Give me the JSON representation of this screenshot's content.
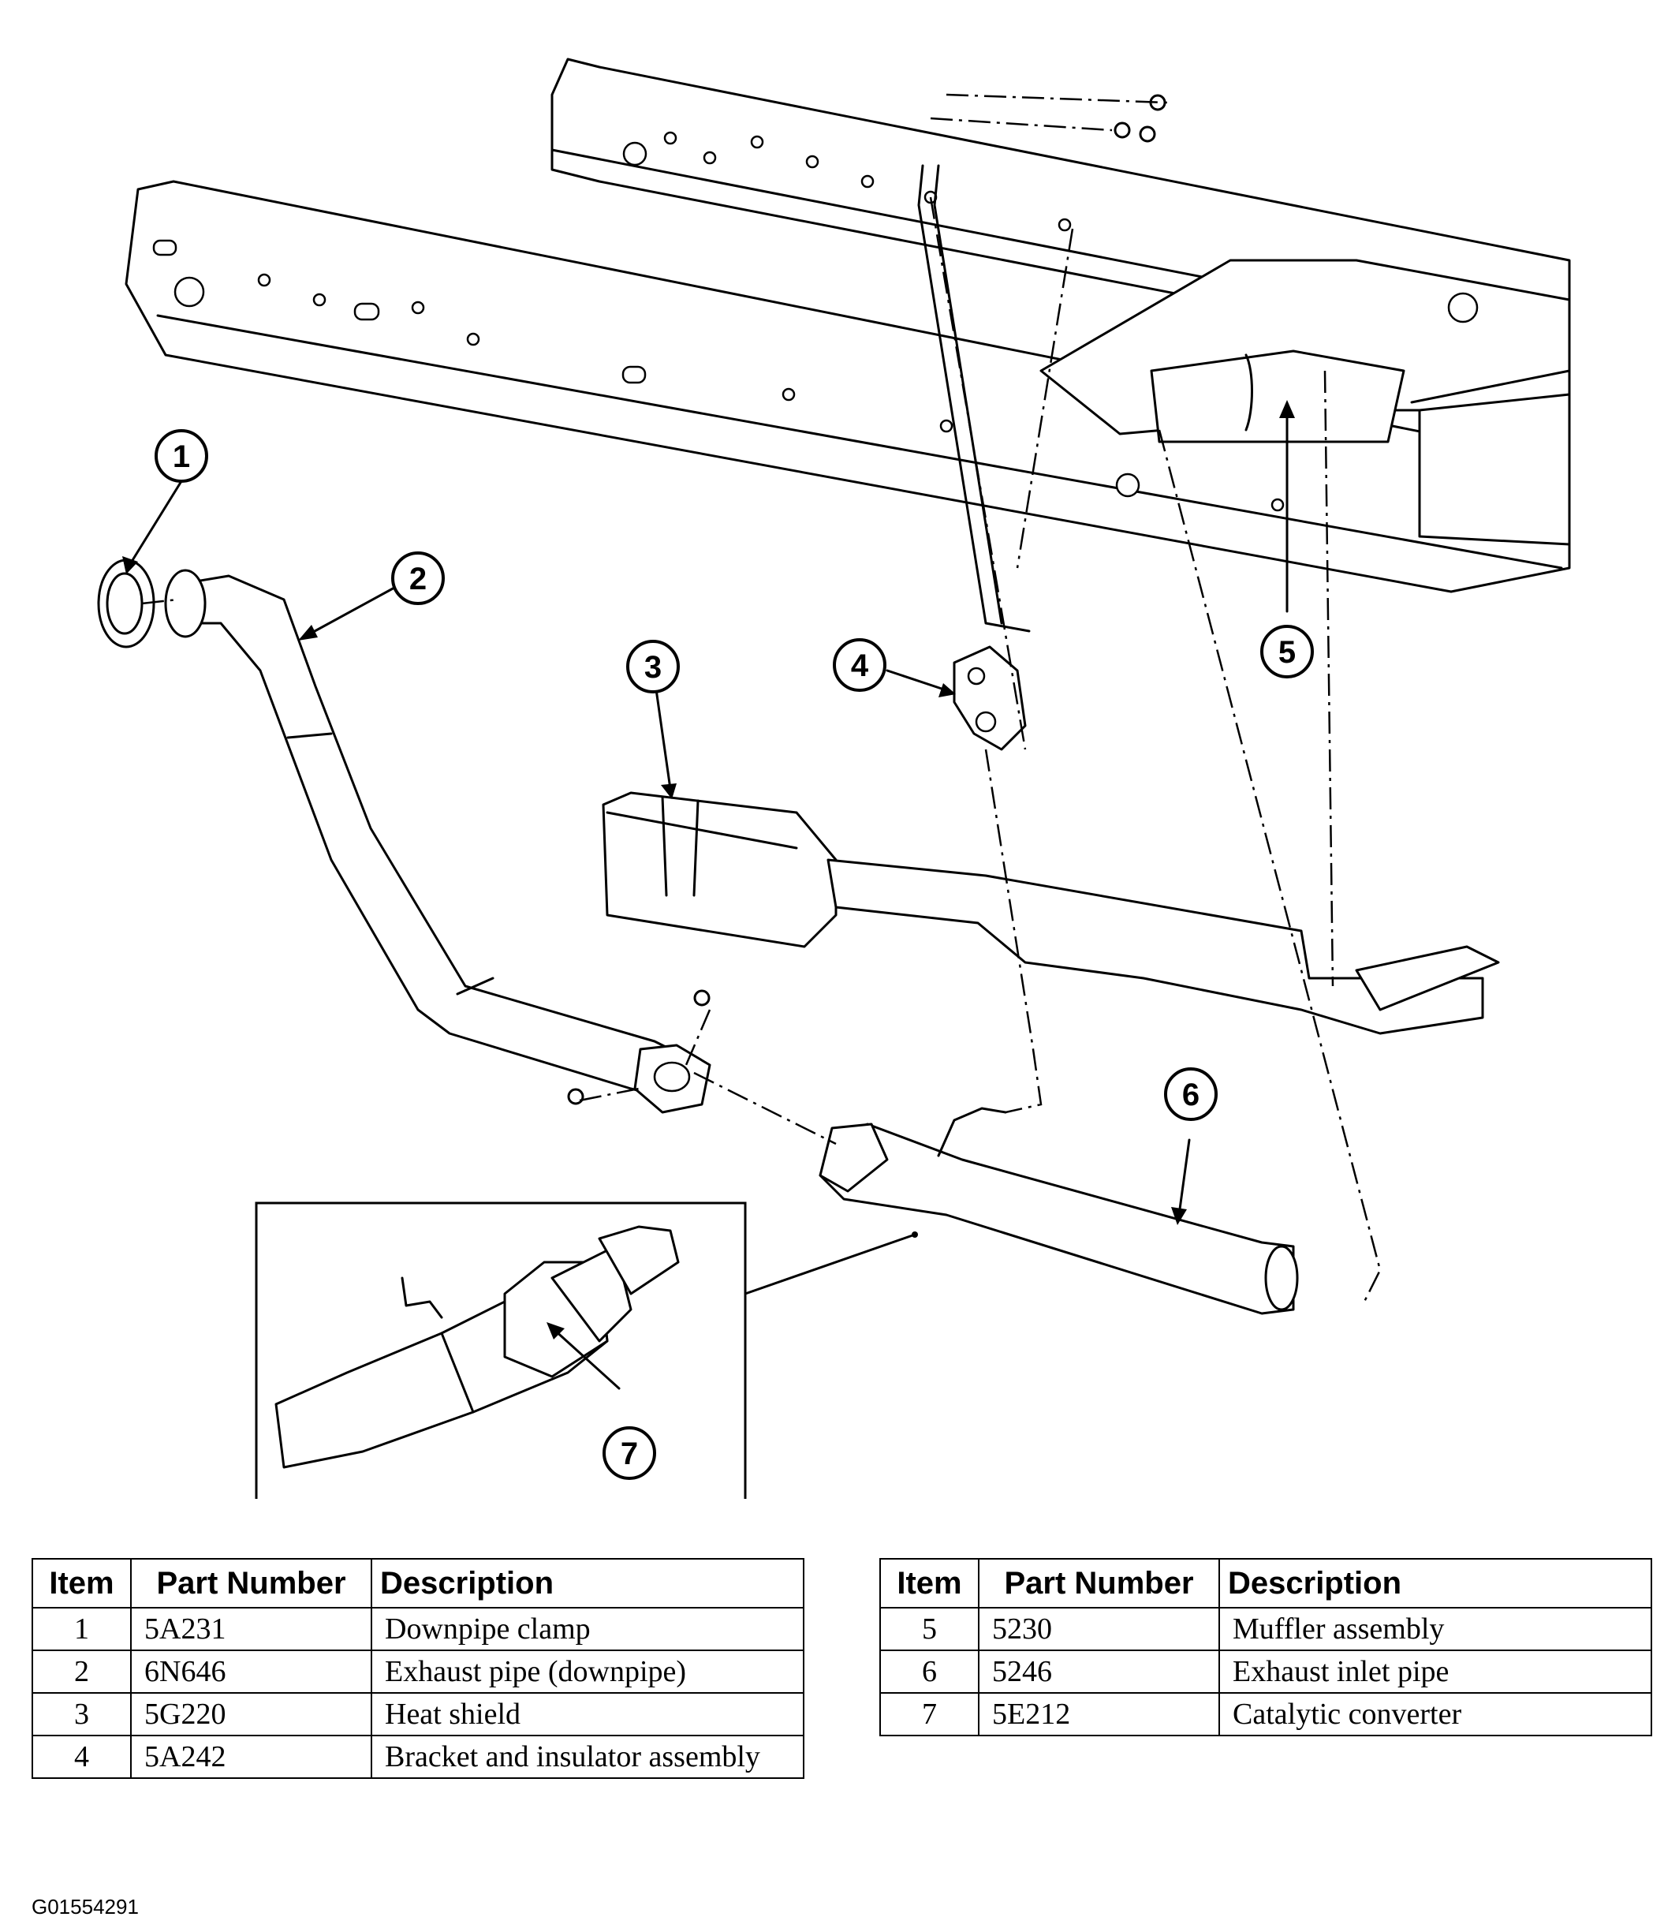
{
  "callouts": [
    "1",
    "2",
    "3",
    "4",
    "5",
    "6",
    "7"
  ],
  "table_headers": {
    "item": "Item",
    "part_number": "Part Number",
    "description": "Description"
  },
  "parts_left": [
    {
      "item": "1",
      "part_number": "5A231",
      "description": "Downpipe clamp"
    },
    {
      "item": "2",
      "part_number": "6N646",
      "description": "Exhaust pipe (downpipe)"
    },
    {
      "item": "3",
      "part_number": "5G220",
      "description": "Heat shield"
    },
    {
      "item": "4",
      "part_number": "5A242",
      "description": "Bracket and insulator assembly"
    }
  ],
  "parts_right": [
    {
      "item": "5",
      "part_number": "5230",
      "description": "Muffler assembly"
    },
    {
      "item": "6",
      "part_number": "5246",
      "description": "Exhaust inlet pipe"
    },
    {
      "item": "7",
      "part_number": "5E212",
      "description": "Catalytic converter"
    }
  ],
  "figure_id": "G01554291"
}
